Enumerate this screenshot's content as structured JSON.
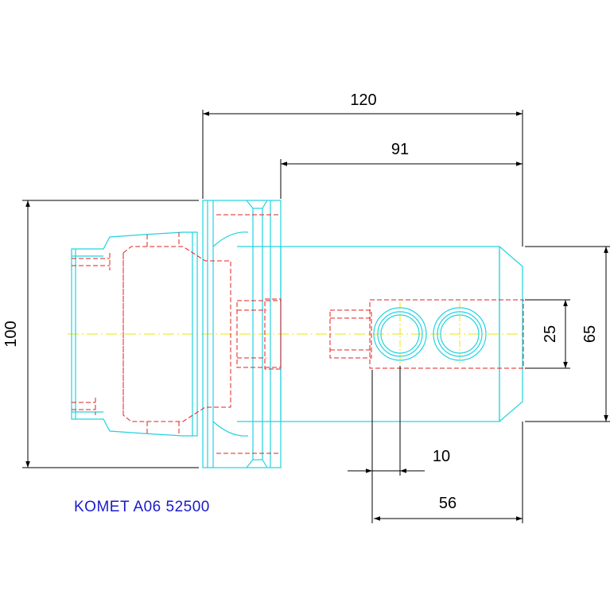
{
  "colors": {
    "body": "#22d3e0",
    "hidden": "#e02020",
    "center": "#e8e800",
    "dimension": "#000000",
    "label": "#1a1acc"
  },
  "dimensions": {
    "overall_length": "120",
    "body_length": "91",
    "flange_diameter": "100",
    "body_height": "65",
    "bore_spacing": "25",
    "bore_offset": "10",
    "bore_to_end": "56"
  },
  "part_label": "KOMET A06 52500"
}
